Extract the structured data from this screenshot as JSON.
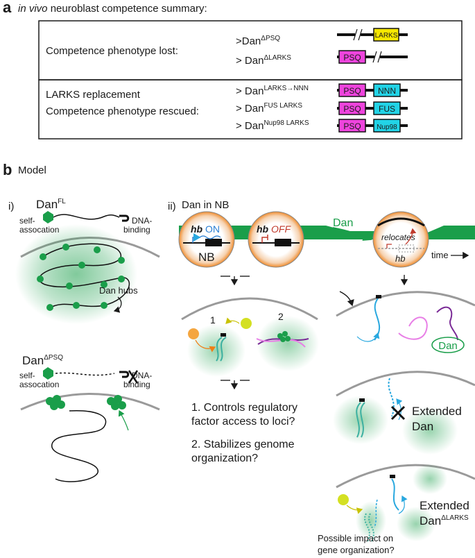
{
  "panel_a": {
    "letter": "a",
    "title": "in vivo neuroblast competence summary:",
    "title_italic_part": "in vivo",
    "title_rest": " neuroblast competence summary:",
    "box1": {
      "phenotype": "Competence phenotype lost:",
      "construct1": ">Dan",
      "construct1_sup": "ΔPSQ",
      "construct2": "> Dan",
      "construct2_sup": "ΔLARKS",
      "domain_larks": "LARKS",
      "domain_psq": "PSQ"
    },
    "box2": {
      "line1": "LARKS replacement",
      "line2": "Competence phenotype rescued:",
      "construct1": "> Dan",
      "construct1_sup": "LARKS→NNN",
      "construct2": "> Dan",
      "construct2_sup": "FUS LARKS",
      "construct3": "> Dan",
      "construct3_sup": "Nup98 LARKS",
      "psq": "PSQ",
      "nnn": "NNN",
      "fus": "FUS",
      "nup98": "Nup98"
    }
  },
  "panel_b": {
    "letter": "b",
    "title": "Model",
    "sub_i": "i)",
    "sub_ii": "ii)",
    "danfl": "Dan",
    "danfl_sup": "FL",
    "self_assoc": "self-",
    "assoc2": "assocation",
    "dna1": "DNA-",
    "dna2": "binding",
    "dan_hubs": "Dan hubs",
    "dandpsq": "Dan",
    "dandpsq_sup": "ΔPSQ",
    "dan_in_nb": "Dan in NB",
    "hb": "hb",
    "on": "ON",
    "off": "OFF",
    "nb": "NB",
    "dan_arrow": "Dan",
    "relocates": "relocates",
    "time": "time",
    "num1": "1",
    "num2": "2",
    "q1a": "1. Controls regulatory",
    "q1b": "factor access to loci?",
    "q2a": "2. Stabilizes genome",
    "q2b": "organization?",
    "dan_oval": "Dan",
    "extended1": "Extended",
    "extended_dan": "Dan",
    "extended2": "Extended",
    "extended_dan2": "Dan",
    "extended_dan2_sup": "ΔLARKS",
    "impact1": "Possible impact on",
    "impact2": "gene organization?"
  },
  "colors": {
    "green": "#1a9e4a",
    "magenta": "#ee44dd",
    "yellow": "#f5e600",
    "cyan": "#22d3e6",
    "orange": "#f07d14",
    "lime": "#d4e022",
    "purple": "#7a2a96",
    "pink": "#e87fe6",
    "blue": "#29a8df"
  }
}
